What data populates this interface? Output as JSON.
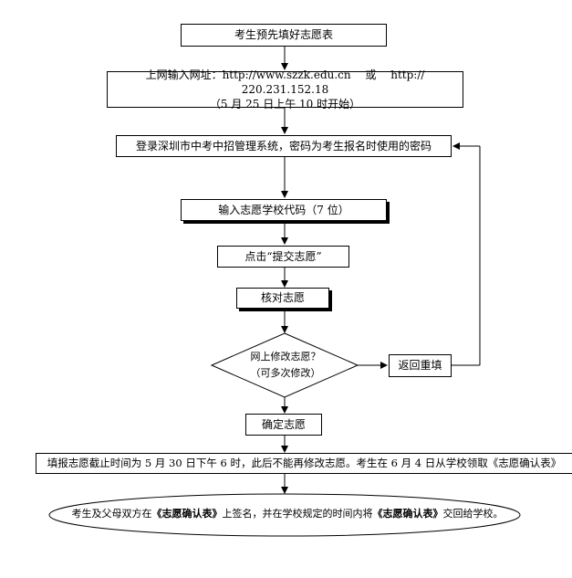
{
  "steps": {
    "s1": "考生预先填好志愿表",
    "s2_line1": "上网输入网址：http://www.szzk.edu.cn　 或　 http:// 220.231.152.18",
    "s2_line2": "（5 月 25 日上午 10 时开始）",
    "s3": "登录深圳市中考中招管理系统，密码为考生报名时使用的密码",
    "s4": "输入志愿学校代码（7 位）",
    "s5": "点击“提交志愿”",
    "s6": "核对志愿",
    "decision_line1": "网上修改志愿？",
    "decision_line2": "（可多次修改）",
    "return": "返回重填",
    "s7": "确定志愿",
    "s8": "填报志愿截止时间为 5 月 30 日下午 6 时，此后不能再修改志愿。考生在 6 月 4 日从学校领取《志愿确认表》",
    "final_pre": "考生及父母双方在",
    "final_bold1": "《志愿确认表》",
    "final_mid": "上签名，并在学校规定的时间内将",
    "final_bold2": "《志愿确认表》",
    "final_post": "交回给学校。"
  }
}
